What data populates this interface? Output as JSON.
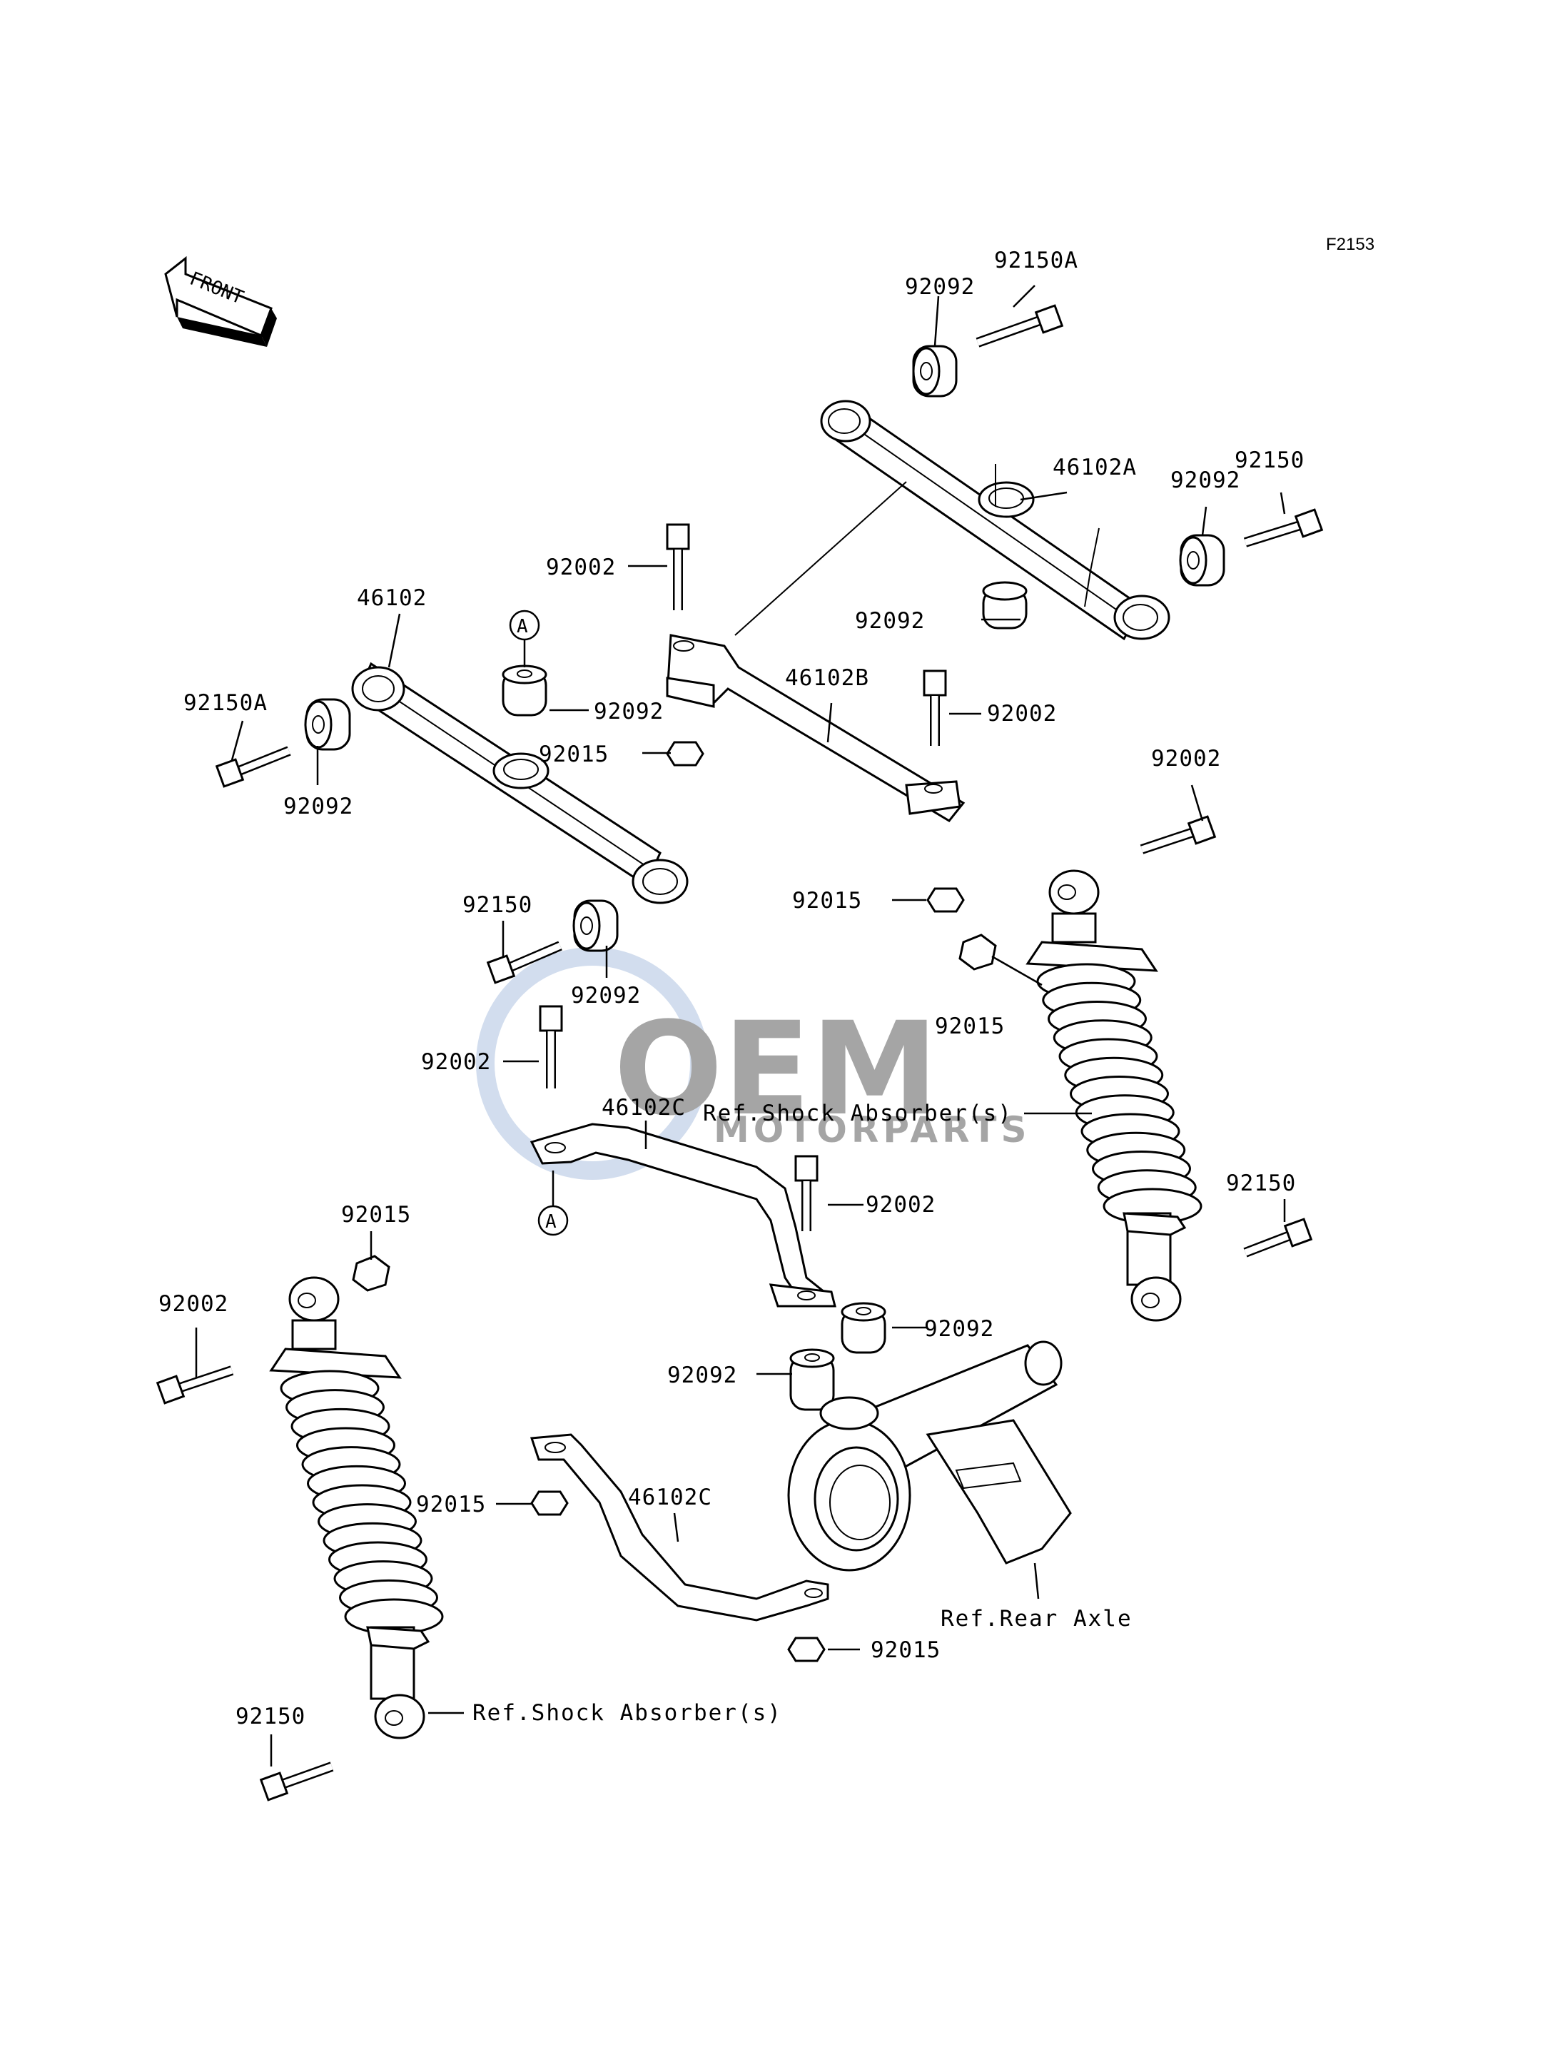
{
  "figure_code": "F2153",
  "front_label": "FRONT",
  "watermark": {
    "main": "OEM",
    "sub": "MOTORPARTS",
    "color": "#7f9fcf"
  },
  "callouts": {
    "p92150a_top": "92150A",
    "p92092_top": "92092",
    "p46102a": "46102A",
    "p92092_right": "92092",
    "p92150_right": "92150",
    "p92092_under": "92092",
    "p92002_top": "92002",
    "p46102": "46102",
    "ref_a_top": "A",
    "p92092_mid": "92092",
    "p92015_mid": "92015",
    "p46102b": "46102B",
    "p92002_mid": "92002",
    "p92150a_left": "92150A",
    "p92092_left": "92092",
    "p92002_right": "92002",
    "p92015_right_bracket": "92015",
    "p92150_mid": "92150",
    "p92092_center": "92092",
    "p92015_shock_top": "92015",
    "p92002_center": "92002",
    "p46102c_upper": "46102C",
    "ref_shock_right": "Ref.Shock Absorber(s)",
    "ref_a_bottom": "A",
    "p92002_lower": "92002",
    "p92150_shock_right": "92150",
    "p92015_left_top": "92015",
    "p92002_left": "92002",
    "p92092_lower_right": "92092",
    "p92092_lower_left": "92092",
    "p92015_lower_left": "92015",
    "p46102c_lower": "46102C",
    "ref_rear_axle": "Ref.Rear Axle",
    "p92015_bottom": "92015",
    "p92150_bottom": "92150",
    "ref_shock_left": "Ref.Shock Absorber(s)"
  }
}
